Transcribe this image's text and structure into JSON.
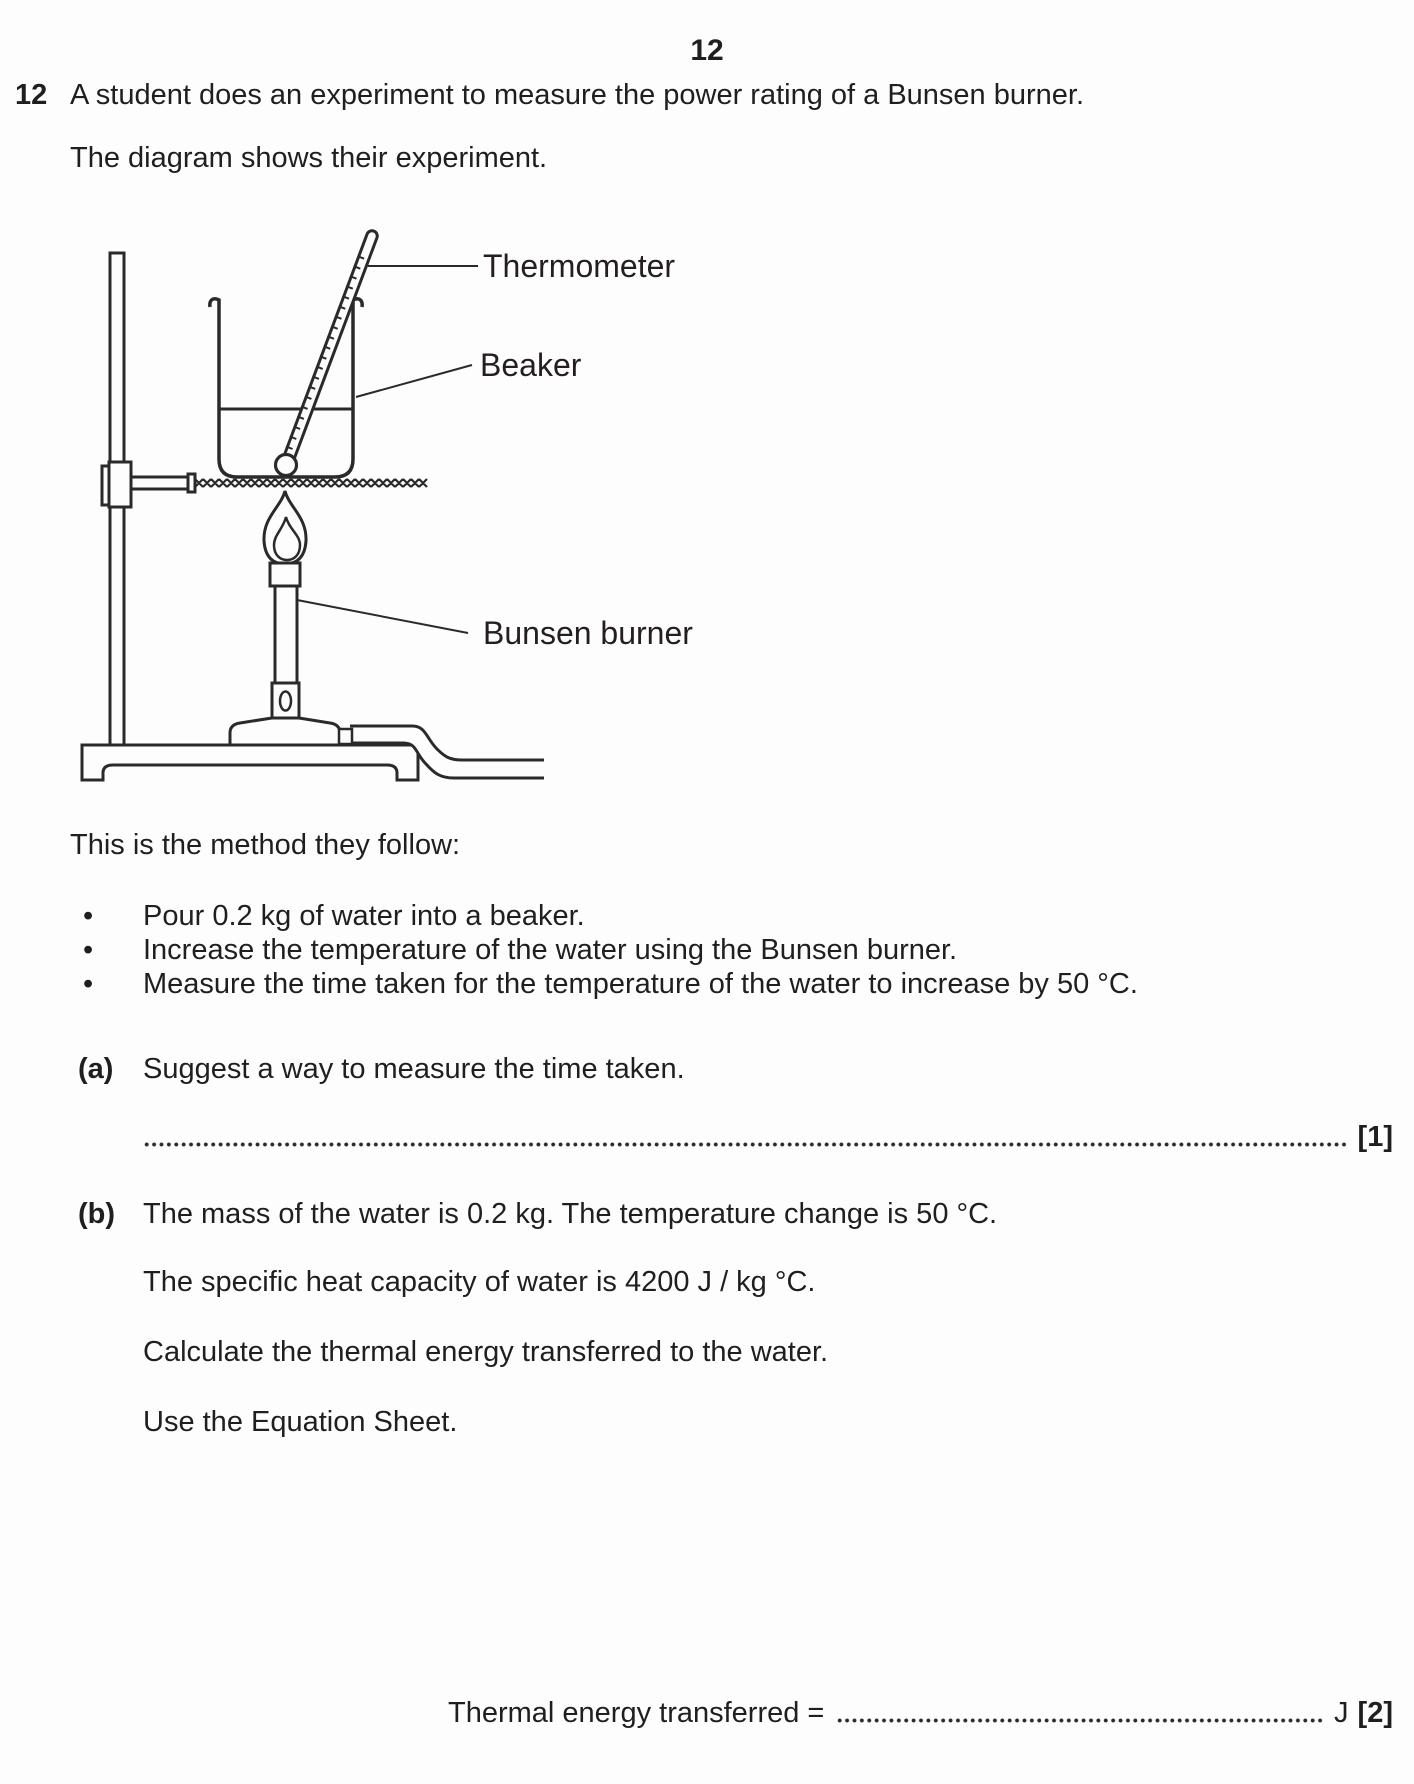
{
  "page": {
    "number": "12"
  },
  "question": {
    "number": "12",
    "intro": "A student does an experiment to measure the power rating of a Bunsen burner.",
    "diagram_caption": "The diagram shows their experiment.",
    "method_intro": "This is the method they follow:",
    "bullets": [
      "Pour 0.2 kg of water into a beaker.",
      "Increase the temperature of the water using the Bunsen burner.",
      "Measure the time taken for the temperature of the water to increase by 50 °C."
    ],
    "part_a": {
      "label": "(a)",
      "prompt": "Suggest a way to measure the time taken.",
      "marks": "[1]"
    },
    "part_b": {
      "label": "(b)",
      "line1": "The mass of the water is 0.2 kg. The temperature change is 50 °C.",
      "line2": "The specific heat capacity of water is 4200 J / kg °C.",
      "line3": "Calculate the thermal energy transferred to the water.",
      "line4": "Use the Equation Sheet.",
      "answer_label": "Thermal energy transferred =",
      "answer_unit": "J",
      "marks": "[2]"
    }
  },
  "diagram": {
    "labels": {
      "thermometer": "Thermometer",
      "beaker": "Beaker",
      "burner": "Bunsen burner"
    }
  },
  "colors": {
    "ink": "#231f20",
    "paper": "#fdfdfd"
  }
}
